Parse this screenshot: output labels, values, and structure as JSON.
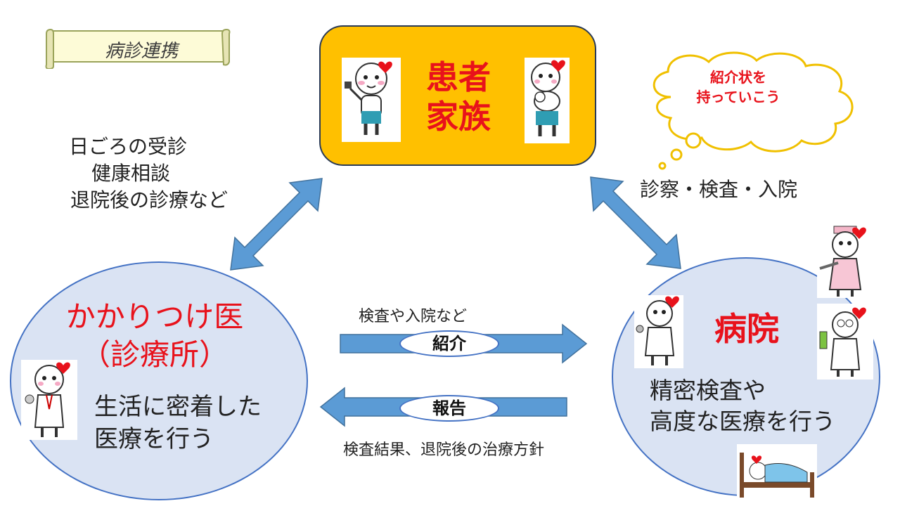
{
  "title": "病診連携",
  "patient": {
    "lines": [
      "患者",
      "家族"
    ]
  },
  "thought_bubble": {
    "lines": [
      "紹介状を",
      "持っていこう"
    ]
  },
  "left_note": {
    "lines": [
      "日ごろの受診",
      "健康相談",
      "退院後の診療など"
    ]
  },
  "right_note": "診察・検査・入院",
  "clinic": {
    "title_lines": [
      "かかりつけ医",
      "（診療所）"
    ],
    "desc_lines": [
      "生活に密着した",
      "医療を行う"
    ]
  },
  "hospital": {
    "title": "病院",
    "desc_lines": [
      "精密検査や",
      "高度な医療を行う"
    ]
  },
  "referral": {
    "label": "紹介",
    "note": "検査や入院など"
  },
  "report": {
    "label": "報告",
    "note": "検査結果、退院後の治療方針"
  },
  "colors": {
    "accent_red": "#e8121b",
    "patient_box": "#ffc000",
    "ellipse_fill": "#dae3f3",
    "arrow_blue": "#5b9bd5",
    "border_blue": "#4472c4"
  },
  "icons": [
    "heart-icon",
    "doctor-figure",
    "nurse-figure",
    "lab-figure",
    "patient-figure",
    "bed-icon",
    "thought-bubble-icon",
    "double-arrow-icon",
    "arrow-right-icon",
    "arrow-left-icon"
  ]
}
